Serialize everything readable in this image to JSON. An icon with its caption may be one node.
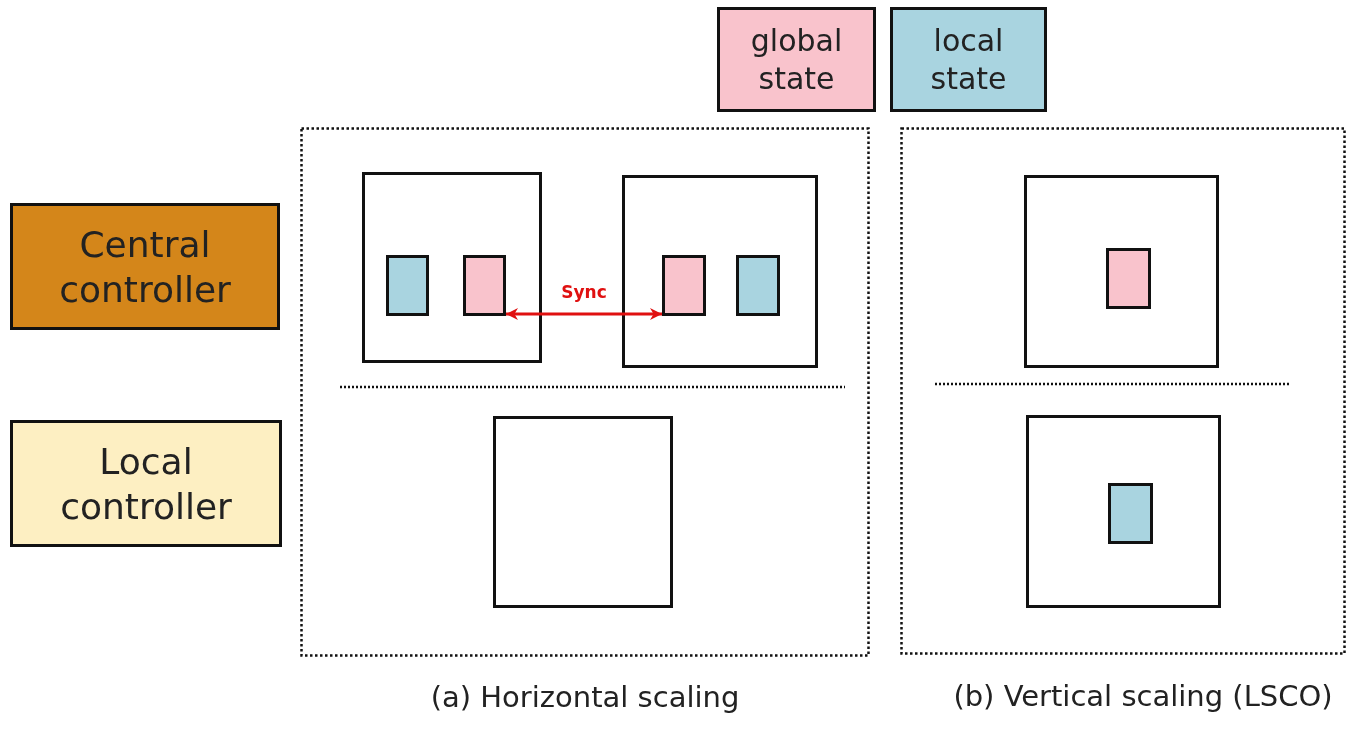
{
  "diagram": {
    "nodes": [
      {
        "text": [
          "(a) Horizontal scaling"
        ]
      },
      {
        "text": [],
        "shape": "box",
        "in": 0
      },
      {
        "text": [],
        "shape": "box",
        "in": 1
      },
      {
        "text": [],
        "shape": "box",
        "in": 1
      },
      {
        "text": [],
        "shape": "box",
        "in": 0
      },
      {
        "text": [],
        "shape": "box",
        "in": 4
      },
      {
        "text": [],
        "shape": "box",
        "in": 4
      },
      {
        "text": [],
        "shape": "box",
        "in": 0
      },
      {
        "text": [
          "(b) Vertical scaling (LSCO)"
        ]
      },
      {
        "text": [],
        "shape": "box",
        "in": 8
      },
      {
        "text": [],
        "shape": "box",
        "in": 9
      },
      {
        "text": [],
        "shape": "box",
        "in": 8
      },
      {
        "text": [],
        "shape": "box",
        "in": 11
      }
    ],
    "edges": [
      {
        "from": 3,
        "to": 5,
        "arrow": "both",
        "label": "Sync",
        "color": "#e01010"
      }
    ],
    "legend": [
      {
        "text": "global state",
        "color": "#f9c3cc"
      },
      {
        "text": "local state",
        "color": "#a9d4e0"
      },
      {
        "text": "Central controller",
        "color": "#d4861a"
      },
      {
        "text": "Local controller",
        "color": "#fdefc2"
      }
    ]
  }
}
